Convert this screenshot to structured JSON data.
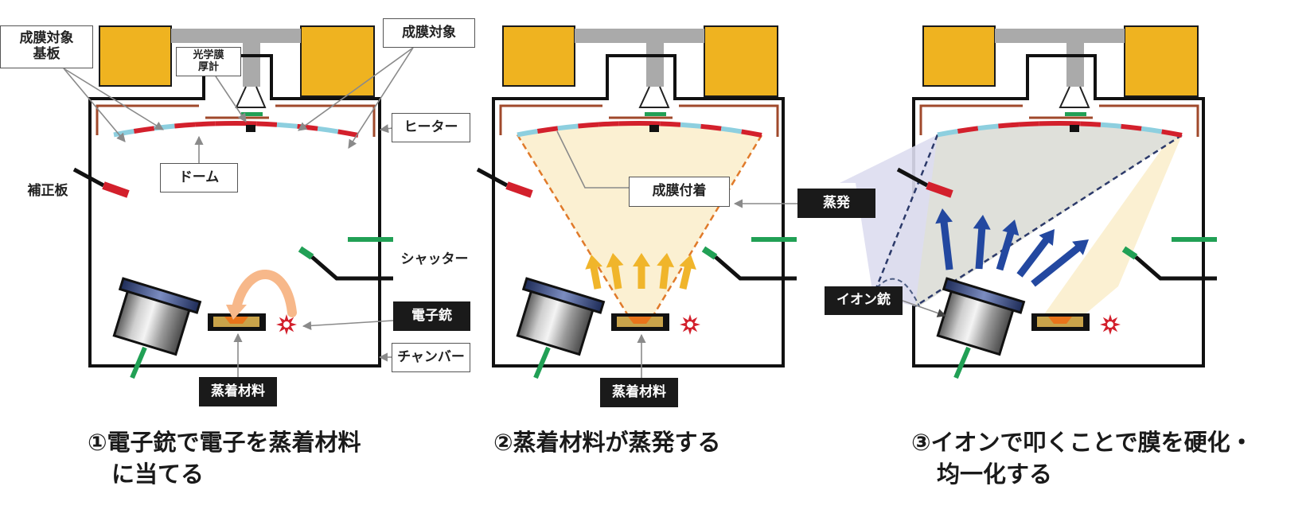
{
  "colors": {
    "heater_block": "#EFB320",
    "frame": "#111111",
    "pipe": "#AAAAAA",
    "heater_line": "#A0492B",
    "dome_red": "#D3202C",
    "dome_blue": "#8DCFDF",
    "shutter_green": "#21A055",
    "vapor_fill": "#FBF0D2",
    "vapor_line": "#E07A2A",
    "arrow_yellow": "#F0B52B",
    "arrow_blue": "#2348A0",
    "ion_cone": "#DDDDEF",
    "film_fill": "#DFE0DA",
    "electron_arc": "#F7B88A",
    "star_red": "#D3202C"
  },
  "labels": {
    "substrate": "成膜対象\n基板",
    "optical_gauge": "光学膜\n厚計",
    "target": "成膜対象",
    "heater": "ヒーター",
    "dome": "ドーム",
    "correction_plate": "補正板",
    "shutter": "シャッター",
    "electron_gun": "電子銃",
    "chamber": "チャンバー",
    "material": "蒸着材料",
    "film_deposit": "成膜付着",
    "evaporation": "蒸発",
    "ion_gun": "イオン銃"
  },
  "captions": {
    "step1_line1": "①電子銃で電子を蒸着材料",
    "step1_line2": "に当てる",
    "step2_line1": "②蒸着材料が蒸発する",
    "step3_line1": "③イオンで叩くことで膜を硬化・",
    "step3_line2": "均一化する"
  }
}
